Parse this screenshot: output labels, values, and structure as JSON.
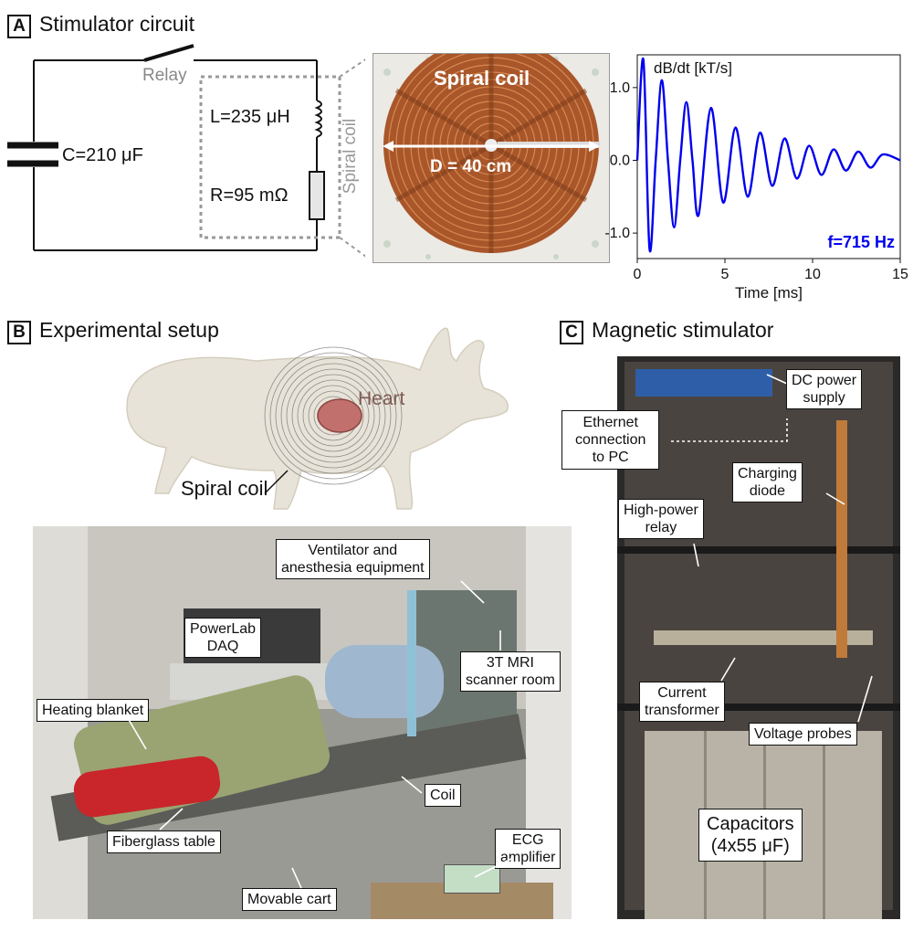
{
  "panelA": {
    "letter": "A",
    "title": "Stimulator circuit",
    "relay": "Relay",
    "capacitance": "C=210 μF",
    "inductance": "L=235 μH",
    "resistance": "R=95 mΩ",
    "coil_side": "Spiral coil",
    "photo_title": "Spiral coil",
    "diameter": "D = 40 cm"
  },
  "chart_data": {
    "type": "line",
    "ylabel": "dB/dt [kT/s]",
    "xlabel": "Time [ms]",
    "annotation": "f=715 Hz",
    "xlim": [
      0,
      15
    ],
    "ylim": [
      -1.35,
      1.45
    ],
    "xticks": [
      0,
      5,
      10,
      15
    ],
    "yticks": [
      -1.0,
      0.0,
      1.0
    ],
    "ytick_labels": [
      "-1.0",
      "0.0",
      "1.0"
    ],
    "series": [
      {
        "color": "#0000ee",
        "x": [
          0,
          0.35,
          0.7,
          1.05,
          1.4,
          1.75,
          2.1,
          2.45,
          2.8,
          3.15,
          3.5,
          4.2,
          4.9,
          5.6,
          6.3,
          7.0,
          7.7,
          8.4,
          9.1,
          9.8,
          10.5,
          11.2,
          11.9,
          12.6,
          13.3,
          14.0,
          15.0
        ],
        "y": [
          0,
          1.38,
          -1.22,
          0,
          1.1,
          0,
          -0.92,
          0,
          0.8,
          0,
          -0.75,
          0.72,
          -0.58,
          0.45,
          -0.5,
          0.38,
          -0.35,
          0.3,
          -0.25,
          0.2,
          -0.2,
          0.15,
          -0.14,
          0.12,
          -0.1,
          0.08,
          0
        ]
      }
    ]
  },
  "panelB": {
    "letter": "B",
    "title": "Experimental setup",
    "heart": "Heart",
    "spiral_coil": "Spiral coil",
    "callouts": {
      "ventilator": [
        "Ventilator and",
        "anesthesia equipment"
      ],
      "powerlab": [
        "PowerLab",
        "DAQ"
      ],
      "mri": [
        "3T MRI",
        "scanner room"
      ],
      "blanket": [
        "Heating blanket"
      ],
      "coil": [
        "Coil"
      ],
      "table": [
        "Fiberglass table"
      ],
      "ecg": [
        "ECG",
        "amplifier"
      ],
      "cart": [
        "Movable cart"
      ]
    }
  },
  "panelC": {
    "letter": "C",
    "title": "Magnetic stimulator",
    "callouts": {
      "dc": [
        "DC power",
        "supply"
      ],
      "ethernet": [
        "Ethernet",
        "connection",
        "to PC"
      ],
      "diode": [
        "Charging",
        "diode"
      ],
      "relay": [
        "High-power",
        "relay"
      ],
      "transformer": [
        "Current",
        "transformer"
      ],
      "probes": [
        "Voltage probes"
      ],
      "capacitors": [
        "Capacitors",
        "(4x55 μF)"
      ]
    }
  }
}
